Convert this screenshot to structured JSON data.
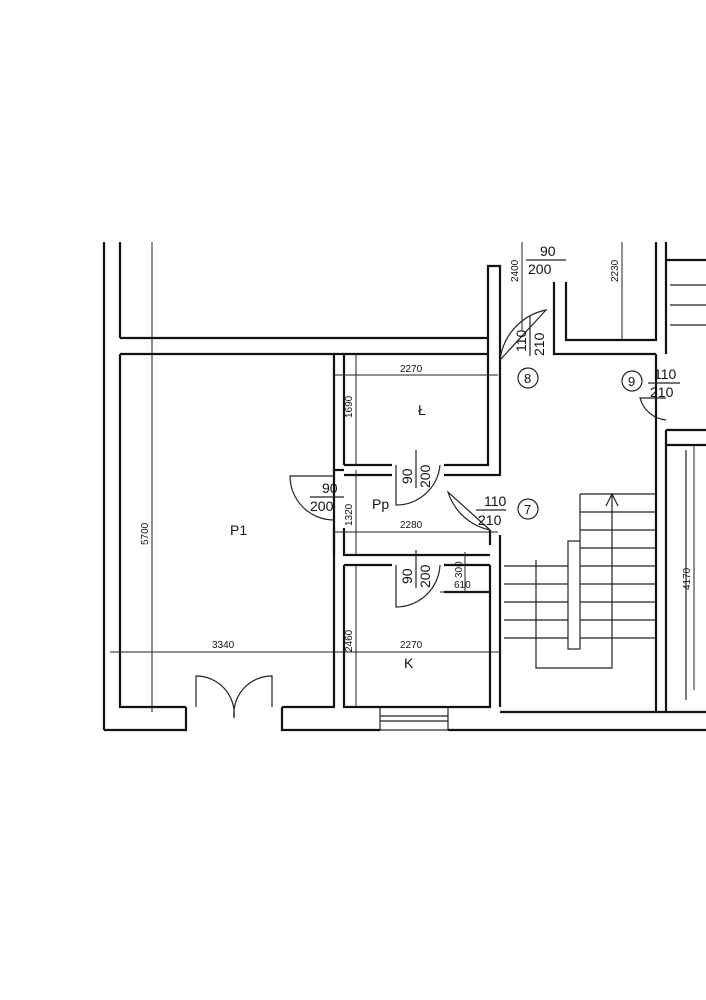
{
  "rooms": {
    "p1": "P1",
    "l": "Ł",
    "pp": "Pp",
    "k": "K"
  },
  "dimensions": {
    "d5700": "5700",
    "d3340": "3340",
    "d2270_top": "2270",
    "d1690": "1690",
    "d1320": "1320",
    "d2280": "2280",
    "d2460": "2460",
    "d2270_bottom": "2270",
    "d2400": "2400",
    "d2230": "2230",
    "d4170": "4170",
    "d300": "300",
    "d610": "610"
  },
  "doors": {
    "door_a": {
      "width": "90",
      "height": "200"
    },
    "door_b": {
      "width": "90",
      "height": "200"
    },
    "door_c": {
      "width": "90",
      "height": "200"
    },
    "door_d": {
      "width": "90",
      "height": "200"
    },
    "door_e": {
      "width": "110",
      "height": "210"
    },
    "door_f": {
      "width": "110",
      "height": "210"
    },
    "door_g": {
      "width": "110",
      "height": "210"
    }
  },
  "markers": {
    "m7": "7",
    "m8": "8",
    "m9": "9"
  }
}
